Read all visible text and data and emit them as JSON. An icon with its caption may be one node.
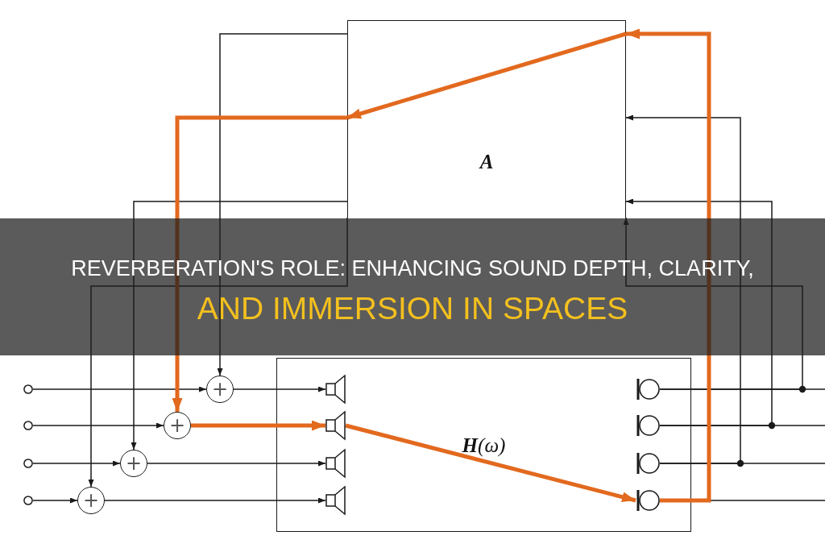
{
  "diagram": {
    "title": "REVERBERATION'S ROLE: ENHANCING SOUND DEPTH, CLARITY, AND IMMERSION IN SPACES",
    "nodes": [
      {
        "text": [
          "A"
        ]
      },
      {
        "text": [
          "**H**(ω)"
        ]
      },
      {
        "text": [],
        "shape": "circle"
      },
      {
        "text": [],
        "shape": "circle"
      },
      {
        "text": [],
        "shape": "circle"
      },
      {
        "text": [],
        "shape": "circle"
      },
      {
        "text": [
          "+"
        ]
      },
      {
        "text": [
          "+"
        ]
      },
      {
        "text": [
          "+"
        ]
      },
      {
        "text": [
          "+"
        ]
      },
      {
        "text": [],
        "shape": "speaker",
        "in": 1
      },
      {
        "text": [],
        "shape": "speaker",
        "in": 1
      },
      {
        "text": [],
        "shape": "speaker",
        "in": 1
      },
      {
        "text": [],
        "shape": "speaker",
        "in": 1
      },
      {
        "text": [],
        "shape": "microphone",
        "in": 1
      },
      {
        "text": [],
        "shape": "microphone",
        "in": 1
      },
      {
        "text": [],
        "shape": "microphone",
        "in": 1
      },
      {
        "text": [],
        "shape": "microphone",
        "in": 1
      }
    ],
    "edges": [
      {
        "from": 2,
        "to": 6,
        "arrow": "to"
      },
      {
        "from": 3,
        "to": 7,
        "arrow": "to"
      },
      {
        "from": 4,
        "to": 8,
        "arrow": "to"
      },
      {
        "from": 5,
        "to": 9,
        "arrow": "to"
      },
      {
        "from": 0,
        "to": 6,
        "arrow": "to"
      },
      {
        "from": 0,
        "to": 7,
        "arrow": "to",
        "style": "thick",
        "color": "#e2691e"
      },
      {
        "from": 0,
        "to": 8,
        "arrow": "to"
      },
      {
        "from": 0,
        "to": 9,
        "arrow": "to"
      },
      {
        "from": 6,
        "to": 10,
        "arrow": "to"
      },
      {
        "from": 7,
        "to": 11,
        "arrow": "to",
        "style": "thick",
        "color": "#e2691e"
      },
      {
        "from": 8,
        "to": 12,
        "arrow": "to"
      },
      {
        "from": 9,
        "to": 13,
        "arrow": "to"
      },
      {
        "from": 11,
        "to": 17,
        "arrow": "to",
        "style": "thick",
        "color": "#e2691e"
      },
      {
        "from": 14,
        "to": 0,
        "arrow": "to"
      },
      {
        "from": 15,
        "to": 0,
        "arrow": "to"
      },
      {
        "from": 16,
        "to": 0,
        "arrow": "to"
      },
      {
        "from": 17,
        "to": 0,
        "arrow": "to",
        "style": "thick",
        "color": "#e2691e"
      },
      {
        "from": 14,
        "to": null,
        "arrow": "none"
      },
      {
        "from": 15,
        "to": null,
        "arrow": "none"
      },
      {
        "from": 16,
        "to": null,
        "arrow": "none"
      },
      {
        "from": 17,
        "to": null,
        "arrow": "none"
      },
      {
        "from": 0,
        "to": 0,
        "arrow": "to",
        "style": "thick",
        "color": "#e2691e"
      }
    ]
  }
}
